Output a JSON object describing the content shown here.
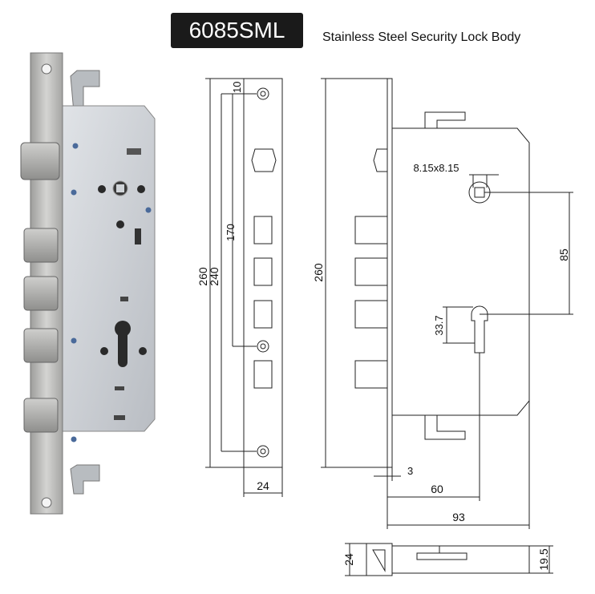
{
  "header": {
    "model": "6085SML",
    "subtitle": "Stainless Steel Security Lock Body"
  },
  "front_view": {
    "dims": {
      "top_hole": "10",
      "hole_spacing": "170",
      "outer_height": "260",
      "inner_height": "240",
      "width": "24"
    }
  },
  "side_view": {
    "dims": {
      "height": "260",
      "spindle": "8.15x8.15",
      "spindle_to_cylinder": "85",
      "cylinder": "33.7",
      "faceplate_offset": "3",
      "backset": "60",
      "depth": "93"
    }
  },
  "bottom_view": {
    "dims": {
      "faceplate": "24",
      "case": "19.5"
    }
  },
  "colors": {
    "badge": "#1a1a1a",
    "line": "#222222",
    "steel": "#c9ccd0",
    "faceplate": "#b5b5b3"
  }
}
